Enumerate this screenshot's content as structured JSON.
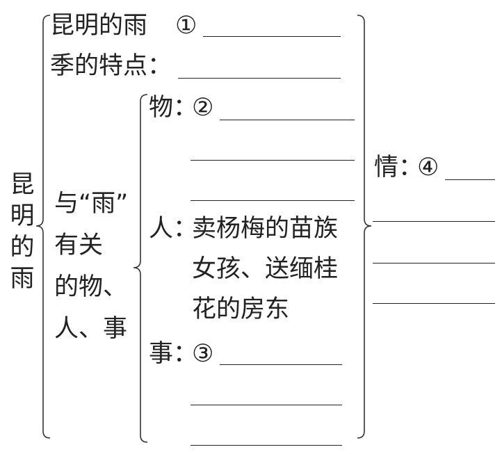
{
  "title": {
    "chars": [
      "昆",
      "明",
      "的",
      "雨"
    ]
  },
  "feature": {
    "line1": "昆明的雨",
    "mark1": "①",
    "line2": "季的特点："
  },
  "related": {
    "line1": "与“雨”",
    "line2": "有关",
    "line3": "的物、",
    "line4": "人、事"
  },
  "things": {
    "label": "物：",
    "mark": "②"
  },
  "people": {
    "label": "人：",
    "line1": "卖杨梅的苗族",
    "line2": "女孩、送缅桂",
    "line3": "花的房东"
  },
  "events": {
    "label": "事：",
    "mark": "③"
  },
  "emotion": {
    "label": "情：",
    "mark": "④"
  }
}
